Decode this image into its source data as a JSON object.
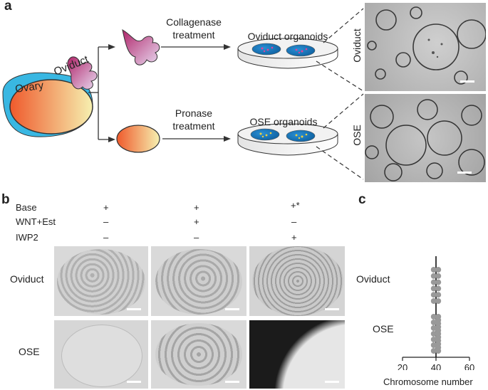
{
  "panels": {
    "a": "a",
    "b": "b",
    "c": "c"
  },
  "panel_a": {
    "ovary_label": "Ovary",
    "oviduct_label": "Oviduct",
    "collagenase_line1": "Collagenase",
    "collagenase_line2": "treatment",
    "pronase_line1": "Pronase",
    "pronase_line2": "treatment",
    "oviduct_organoids_label": "Oviduct organoids",
    "ose_organoids_label": "OSE organoids",
    "side_label_oviduct": "Oviduct",
    "side_label_ose": "OSE"
  },
  "panel_b": {
    "row_headers": [
      "Base",
      "WNT+Est",
      "IWP2"
    ],
    "columns": [
      {
        "base": "+",
        "wnt_est": "–",
        "iwp2": "–"
      },
      {
        "base": "+",
        "wnt_est": "+",
        "iwp2": "–"
      },
      {
        "base": "+*",
        "wnt_est": "–",
        "iwp2": "+"
      }
    ],
    "row_labels": [
      "Oviduct",
      "OSE"
    ]
  },
  "chart_data": {
    "type": "scatter",
    "xlabel": "Chromosome number",
    "xlim": [
      20,
      60
    ],
    "x_ticks": [
      20,
      40,
      60
    ],
    "reference_line": 40,
    "categories": [
      "Oviduct",
      "OSE"
    ],
    "series": [
      {
        "category": "Oviduct",
        "values": [
          39,
          39,
          39,
          39,
          39,
          39,
          40,
          40,
          40,
          40,
          40,
          40
        ]
      },
      {
        "category": "OSE",
        "values": [
          39,
          39,
          39,
          39,
          39,
          39,
          39,
          40,
          40,
          40,
          40,
          40,
          40,
          40,
          40,
          40,
          40,
          40
        ]
      }
    ],
    "point_color": "#999999"
  }
}
